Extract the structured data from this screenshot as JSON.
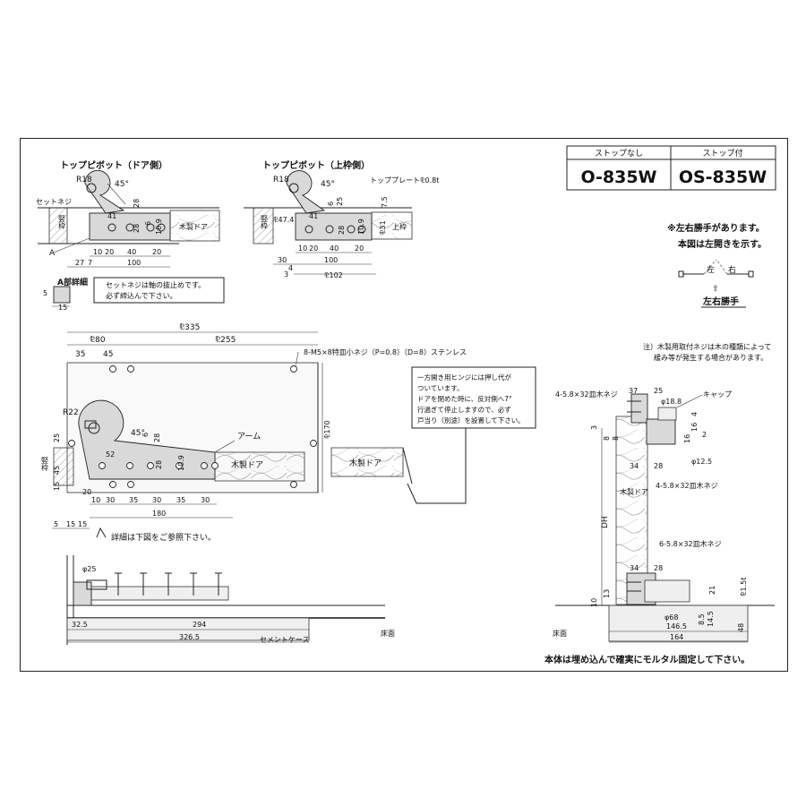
{
  "models": {
    "col_no_stop": "ストップなし",
    "col_with_stop": "ストップ付",
    "model_no_stop": "O-835W",
    "model_with_stop": "OS-835W"
  },
  "top_pivot_door": {
    "title": "トップピボット（ドア側）",
    "r18": "R18",
    "angle": "45°",
    "d28": "28",
    "d41": "41",
    "d28b": "28",
    "d6": "6",
    "d10_9": "10.9",
    "d10": "10",
    "d20": "20",
    "d40": "40",
    "d20b": "20",
    "d27": "27",
    "d7": "7",
    "d100": "100",
    "set_screw": "セットネジ",
    "frame_label": "竪枠",
    "door_label": "木製ドア",
    "a_mark": "A"
  },
  "top_pivot_frame": {
    "title": "トップピボット（上枠側）",
    "r18": "R18",
    "angle": "45°",
    "plate": "トッププレート⅊0.8t",
    "d7_5": "7.5",
    "d41": "41",
    "d6": "6",
    "d25": "25",
    "d47_4": "⅊47.4",
    "d28": "28",
    "d10_9": "10.9",
    "d31": "⅊31",
    "d10": "10",
    "d20": "20",
    "d40": "40",
    "d20b": "20",
    "d30": "30",
    "d100": "100",
    "d4": "4",
    "d3": "3",
    "d102": "⅊102",
    "frame_label": "竪枠",
    "top_frame": "上枠"
  },
  "a_detail": {
    "title": "A部詳細",
    "d5": "5",
    "d15": "15",
    "note_line1": "セットネジは軸の抜止めです。",
    "note_line2": "必ず締込んで下さい。"
  },
  "hand_note": {
    "line1": "※左右勝手があります。",
    "line2": "本図は左開きを示す。",
    "left": "左",
    "right": "右",
    "label": "左右勝手"
  },
  "wood_note": {
    "line1": "注）木製用取付ネジは木の種類によって",
    "line2": "緩み等が発生する場合があります。"
  },
  "plan_view": {
    "d335": "⅊335",
    "d80": "⅊80",
    "d255": "⅊255",
    "d35": "35",
    "d45": "45",
    "screw_spec": "8-M5×8特皿小ネジ（P=0.8）（D=8）ステンレス",
    "r22": "R22",
    "angle": "45°",
    "d25": "25",
    "d6": "6",
    "d28": "28",
    "d52": "52",
    "d28b": "28",
    "d10_9": "10.9",
    "d45b": "45",
    "d15": "15",
    "d20": "20",
    "d10": "10",
    "d30": "30",
    "d35b": "35",
    "d30b": "30",
    "d35c": "35",
    "d30c": "30",
    "d180": "180",
    "d5": "5",
    "d15b": "15",
    "d15c": "15",
    "d170": "⅊170",
    "arm": "アーム",
    "door_label": "木製ドア",
    "door_label2": "木製ドア",
    "frame_label": "竪枠",
    "detail_ref": "詳細は下図をご参照下さい。"
  },
  "callout": {
    "line1": "一方開き用ヒンジには押し代が",
    "line2": "ついています。",
    "line3": "ドアを閉めた時に、反対側へ7°",
    "line4": "行過ぎて停止しますので、必ず",
    "line5": "戸当り（別途）を設置して下さい。"
  },
  "section_view": {
    "d25": "φ25",
    "d32_5": "32.5",
    "d294": "294",
    "d326_5": "326.5",
    "case": "セメントケース",
    "floor": "床面"
  },
  "side_view": {
    "screws_top": "4-5.8×32皿木ネジ",
    "d37": "37",
    "d25": "25",
    "d18_8": "φ18.8",
    "cap": "キャップ",
    "d3": "3",
    "d8": "8",
    "d8b": "8",
    "d4": "4",
    "d16": "16",
    "d16b": "16",
    "d2": "2",
    "d34": "34",
    "d28": "28",
    "d12_5": "φ12.5",
    "screws_mid": "4-5.8×32皿木ネジ",
    "door_label": "木製ドア",
    "dh": "DH",
    "screws_bot": "6-5.8×32皿木ネジ",
    "d34b": "34",
    "d28b": "28",
    "d13": "13",
    "d10": "10",
    "d21": "21",
    "d1_5t": "⅊1.5t",
    "d68": "φ68",
    "d8_5": "8.5",
    "d14_5": "14.5",
    "d146_5": "146.5",
    "d164": "164",
    "d48": "48",
    "floor": "床面"
  },
  "footer_note": "本体は埋め込んで確実にモルタル固定して下さい。"
}
